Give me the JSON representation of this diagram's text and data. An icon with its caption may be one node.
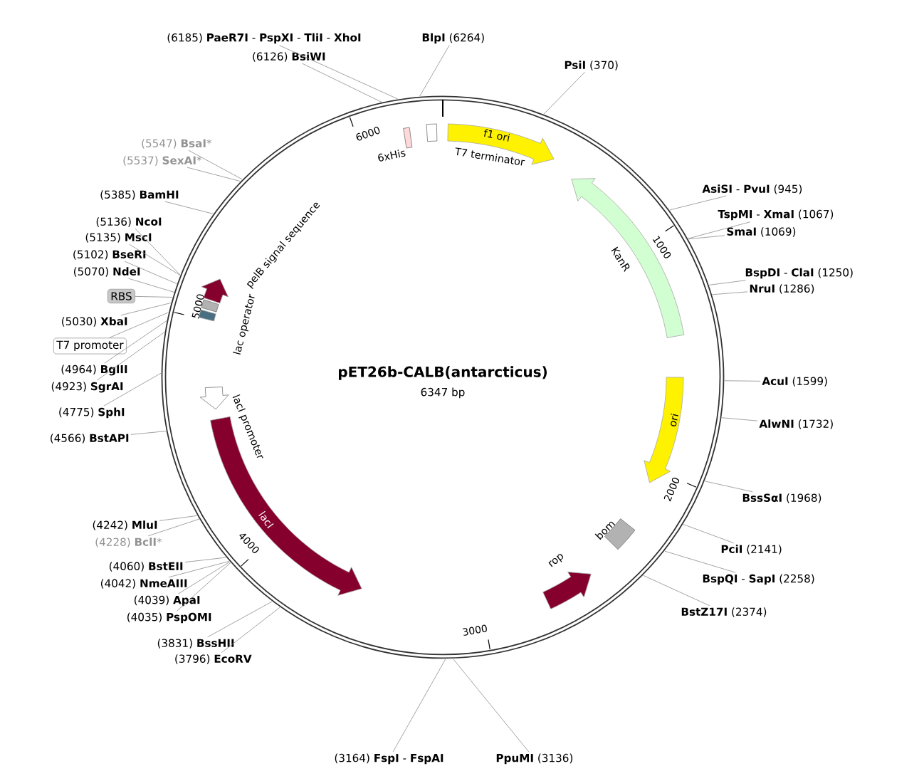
{
  "diagram": {
    "title": "pET26b-CALB(antarcticus)",
    "nodes": [
      {
        "text": [
          "**PsiI** (370)"
        ]
      },
      {
        "text": [
          "**AsiSI** - **PvuI** (945)"
        ]
      },
      {
        "text": [
          "**TspMI** - **XmaI** (1067)"
        ]
      },
      {
        "text": [
          "**SmaI** (1069)"
        ]
      },
      {
        "text": [
          "**BspDI** - **ClaI** (1250)"
        ]
      },
      {
        "text": [
          "**NruI** (1286)"
        ]
      },
      {
        "text": [
          "**AcuI** (1599)"
        ]
      },
      {
        "text": [
          "**AlwNI** (1732)"
        ]
      },
      {
        "text": [
          "**BssSαI** (1968)"
        ]
      },
      {
        "text": [
          "**PciI** (2141)"
        ]
      },
      {
        "text": [
          "**BspQI** - **SapI** (2258)"
        ]
      },
      {
        "text": [
          "**BstZ17I** (2374)"
        ]
      },
      {
        "text": [
          "**PpuMI** (3136)"
        ]
      },
      {
        "text": [
          "(3164) **FspI** - **FspAI**"
        ]
      },
      {
        "text": [
          "(3796) **EcoRV**"
        ]
      },
      {
        "text": [
          "(3831) **BssHII**"
        ]
      },
      {
        "text": [
          "(4035) **PspOMI**"
        ]
      },
      {
        "text": [
          "(4039) **ApaI**"
        ]
      },
      {
        "text": [
          "(4042) **NmeAIII**"
        ]
      },
      {
        "text": [
          "(4060) **BstEII**"
        ]
      },
      {
        "text": [
          "(4228) **BclI***"
        ]
      },
      {
        "text": [
          "(4242) **MluI**"
        ]
      },
      {
        "text": [
          "(4566) **BstAPI**"
        ]
      },
      {
        "text": [
          "(4775) **SphI**"
        ]
      },
      {
        "text": [
          "(4923) **SgrAI**"
        ]
      },
      {
        "text": [
          "(4964) **BglII**"
        ]
      },
      {
        "text": [
          "T7 promoter"
        ]
      },
      {
        "text": [
          "(5030) **XbaI**"
        ]
      },
      {
        "text": [
          "RBS"
        ]
      },
      {
        "text": [
          "(5070) **NdeI**"
        ]
      },
      {
        "text": [
          "(5102) **BseRI**"
        ]
      },
      {
        "text": [
          "(5135) **MscI**"
        ]
      },
      {
        "text": [
          "(5136) **NcoI**"
        ]
      },
      {
        "text": [
          "(5385) **BamHI**"
        ]
      },
      {
        "text": [
          "(5537) **SexAI***"
        ]
      },
      {
        "text": [
          "(5547) **BsaI***"
        ]
      },
      {
        "text": [
          "(6126) **BsiWI**"
        ]
      },
      {
        "text": [
          "(6185) **PaeR7I** - **PspXI** - **TliI** - **XhoI**"
        ]
      },
      {
        "text": [
          "**BlpI** (6264)"
        ]
      },
      {
        "text": [
          "6xHis"
        ]
      },
      {
        "text": [
          "T7 terminator"
        ]
      },
      {
        "text": [
          "f1 ori"
        ]
      },
      {
        "text": [
          "KanR"
        ]
      },
      {
        "text": [
          "ori"
        ]
      },
      {
        "text": [
          "bom"
        ]
      },
      {
        "text": [
          "rop"
        ]
      },
      {
        "text": [
          "lacI"
        ]
      },
      {
        "text": [
          "lacI promoter"
        ]
      },
      {
        "text": [
          "lac operator"
        ]
      },
      {
        "text": [],
        "shape": "box"
      },
      {
        "text": [
          "pelB signal sequence"
        ]
      }
    ],
    "edges": [
      {
        "from": 0,
        "to": null,
        "arrow": "none"
      },
      {
        "from": 1,
        "to": null,
        "arrow": "none"
      },
      {
        "from": 2,
        "to": null,
        "arrow": "none"
      },
      {
        "from": 3,
        "to": null,
        "arrow": "none"
      },
      {
        "from": 4,
        "to": null,
        "arrow": "none"
      },
      {
        "from": 5,
        "to": null,
        "arrow": "none"
      },
      {
        "from": 6,
        "to": null,
        "arrow": "none"
      },
      {
        "from": 7,
        "to": null,
        "arrow": "none"
      },
      {
        "from": 8,
        "to": null,
        "arrow": "none"
      },
      {
        "from": 9,
        "to": null,
        "arrow": "none"
      },
      {
        "from": 10,
        "to": null,
        "arrow": "none"
      },
      {
        "from": 11,
        "to": null,
        "arrow": "none"
      },
      {
        "from": 12,
        "to": null,
        "arrow": "none"
      },
      {
        "from": 13,
        "to": null,
        "arrow": "none"
      },
      {
        "from": 14,
        "to": null,
        "arrow": "none"
      },
      {
        "from": 15,
        "to": null,
        "arrow": "none"
      },
      {
        "from": 16,
        "to": null,
        "arrow": "none"
      },
      {
        "from": 17,
        "to": null,
        "arrow": "none"
      },
      {
        "from": 18,
        "to": null,
        "arrow": "none"
      },
      {
        "from": 19,
        "to": null,
        "arrow": "none"
      },
      {
        "from": 20,
        "to": null,
        "arrow": "none"
      },
      {
        "from": 21,
        "to": null,
        "arrow": "none"
      },
      {
        "from": 22,
        "to": null,
        "arrow": "none"
      },
      {
        "from": 23,
        "to": null,
        "arrow": "none"
      },
      {
        "from": 24,
        "to": null,
        "arrow": "none"
      },
      {
        "from": 25,
        "to": null,
        "arrow": "none"
      },
      {
        "from": 26,
        "to": null,
        "arrow": "none"
      },
      {
        "from": 27,
        "to": null,
        "arrow": "none"
      },
      {
        "from": 28,
        "to": null,
        "arrow": "none"
      },
      {
        "from": 29,
        "to": null,
        "arrow": "none"
      },
      {
        "from": 30,
        "to": null,
        "arrow": "none"
      },
      {
        "from": 31,
        "to": null,
        "arrow": "none"
      },
      {
        "from": 32,
        "to": null,
        "arrow": "none"
      },
      {
        "from": 33,
        "to": null,
        "arrow": "none"
      },
      {
        "from": 34,
        "to": null,
        "arrow": "none"
      },
      {
        "from": 35,
        "to": null,
        "arrow": "none"
      },
      {
        "from": 36,
        "to": null,
        "arrow": "none"
      },
      {
        "from": 37,
        "to": null,
        "arrow": "none"
      },
      {
        "from": 38,
        "to": null,
        "arrow": "none"
      }
    ],
    "labels": [
      "6347 bp",
      "1000",
      "2000",
      "3000",
      "4000",
      "5000",
      "6000"
    ]
  }
}
